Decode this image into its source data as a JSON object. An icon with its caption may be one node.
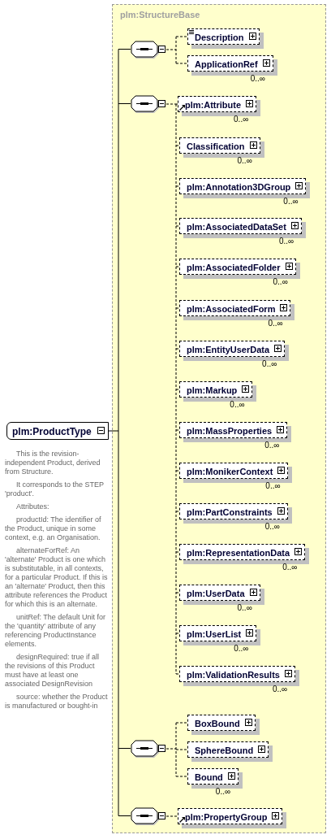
{
  "diagram": {
    "nodes": [
      {
        "text": [
          "plm:ProductType"
        ],
        "beside": [
          "This is the revision-independent Product, derived from Structure.",
          "It corresponds to the STEP 'product'.",
          "Attributes:",
          "productId: The identifier of the Product, unique in some context, e.g. an Organisation.",
          "alternateForRef: An 'alternate' Product is one which is substitutable, in all contexts, for a particular Product. If this is an 'alternate' Product, then this attribute references the Product for which this is an alternate.",
          "unitRef: The default Unit for the 'quantity' attribute of any referencing ProductInstance elements.",
          "designRequired: true if all the revisions of this Product must have at least one associated DesignRevision",
          "source: whether the Product is manufactured or bought-in"
        ]
      },
      {
        "text": [
          "plm:StructureBase"
        ]
      },
      {
        "text": [],
        "shape": "octagon",
        "in": 1
      },
      {
        "text": [
          "Description"
        ],
        "in": 1
      },
      {
        "text": [
          "ApplicationRef"
        ],
        "beside": [
          "0..∞"
        ],
        "in": 1
      },
      {
        "text": [],
        "shape": "octagon",
        "in": 1
      },
      {
        "text": [
          "plm:Attribute"
        ],
        "beside": [
          "0..∞"
        ],
        "in": 1
      },
      {
        "text": [
          "Classification"
        ],
        "beside": [
          "0..∞"
        ],
        "in": 1
      },
      {
        "text": [
          "plm:Annotation3DGroup"
        ],
        "beside": [
          "0..∞"
        ],
        "in": 1
      },
      {
        "text": [
          "plm:AssociatedDataSet"
        ],
        "beside": [
          "0..∞"
        ],
        "in": 1
      },
      {
        "text": [
          "plm:AssociatedFolder"
        ],
        "beside": [
          "0..∞"
        ],
        "in": 1
      },
      {
        "text": [
          "plm:AssociatedForm"
        ],
        "beside": [
          "0..∞"
        ],
        "in": 1
      },
      {
        "text": [
          "plm:EntityUserData"
        ],
        "beside": [
          "0..∞"
        ],
        "in": 1
      },
      {
        "text": [
          "plm:Markup"
        ],
        "beside": [
          "0..∞"
        ],
        "in": 1
      },
      {
        "text": [
          "plm:MassProperties"
        ],
        "beside": [
          "0..∞"
        ],
        "in": 1
      },
      {
        "text": [
          "plm:MonikerContext"
        ],
        "beside": [
          "0..∞"
        ],
        "in": 1
      },
      {
        "text": [
          "plm:PartConstraints"
        ],
        "beside": [
          "0..∞"
        ],
        "in": 1
      },
      {
        "text": [
          "plm:RepresentationData"
        ],
        "beside": [
          "0..∞"
        ],
        "in": 1
      },
      {
        "text": [
          "plm:UserData"
        ],
        "beside": [
          "0..∞"
        ],
        "in": 1
      },
      {
        "text": [
          "plm:UserList"
        ],
        "beside": [
          "0..∞"
        ],
        "in": 1
      },
      {
        "text": [
          "plm:ValidationResults"
        ],
        "beside": [
          "0..∞"
        ],
        "in": 1
      },
      {
        "text": [],
        "shape": "octagon",
        "in": 1
      },
      {
        "text": [
          "BoxBound"
        ],
        "in": 1
      },
      {
        "text": [
          "SphereBound"
        ],
        "in": 1
      },
      {
        "text": [
          "Bound"
        ],
        "beside": [
          "0..∞"
        ],
        "in": 1
      },
      {
        "text": [],
        "shape": "octagon",
        "in": 1
      },
      {
        "text": [
          "plm:PropertyGroup"
        ],
        "in": 1
      }
    ],
    "edges": [
      {
        "from": 0,
        "to": 2,
        "arrow": "none"
      },
      {
        "from": 0,
        "to": 5,
        "arrow": "none"
      },
      {
        "from": 0,
        "to": 21,
        "arrow": "none"
      },
      {
        "from": 0,
        "to": 25,
        "arrow": "none"
      },
      {
        "from": 2,
        "to": 3,
        "arrow": "none",
        "style": "dashed"
      },
      {
        "from": 2,
        "to": 4,
        "arrow": "none",
        "style": "dashed"
      },
      {
        "from": 5,
        "to": 6,
        "arrow": "none",
        "style": "dashed"
      },
      {
        "from": 5,
        "to": 7,
        "arrow": "none",
        "style": "dashed"
      },
      {
        "from": 5,
        "to": 8,
        "arrow": "none",
        "style": "dashed"
      },
      {
        "from": 5,
        "to": 9,
        "arrow": "none",
        "style": "dashed"
      },
      {
        "from": 5,
        "to": 10,
        "arrow": "none",
        "style": "dashed"
      },
      {
        "from": 5,
        "to": 11,
        "arrow": "none",
        "style": "dashed"
      },
      {
        "from": 5,
        "to": 12,
        "arrow": "none",
        "style": "dashed"
      },
      {
        "from": 5,
        "to": 13,
        "arrow": "none",
        "style": "dashed"
      },
      {
        "from": 5,
        "to": 14,
        "arrow": "none",
        "style": "dashed"
      },
      {
        "from": 5,
        "to": 15,
        "arrow": "none",
        "style": "dashed"
      },
      {
        "from": 5,
        "to": 16,
        "arrow": "none",
        "style": "dashed"
      },
      {
        "from": 5,
        "to": 17,
        "arrow": "none",
        "style": "dashed"
      },
      {
        "from": 5,
        "to": 18,
        "arrow": "none",
        "style": "dashed"
      },
      {
        "from": 5,
        "to": 19,
        "arrow": "none",
        "style": "dashed"
      },
      {
        "from": 5,
        "to": 20,
        "arrow": "none",
        "style": "dashed"
      },
      {
        "from": 21,
        "to": 22,
        "arrow": "none",
        "style": "dashed"
      },
      {
        "from": 21,
        "to": 23,
        "arrow": "none",
        "style": "dashed"
      },
      {
        "from": 21,
        "to": 24,
        "arrow": "none",
        "style": "dashed"
      },
      {
        "from": 25,
        "to": 26,
        "arrow": "none",
        "style": "dashed"
      }
    ]
  }
}
